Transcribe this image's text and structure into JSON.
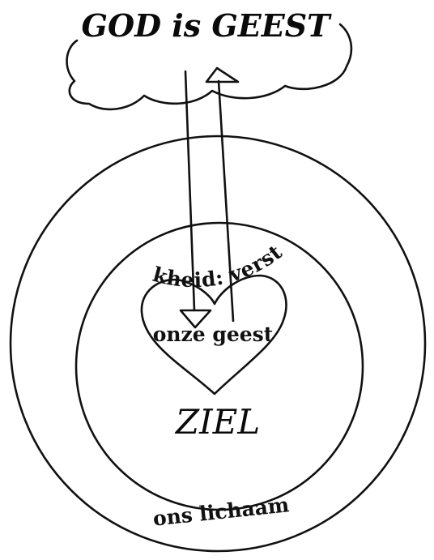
{
  "cloud": {
    "label": "GOD is GEEST"
  },
  "heart": {
    "label": "onze geest"
  },
  "soul": {
    "label": "ZIEL",
    "ring_text": "onze persoonlijkheid: verstand, gevoel, wil"
  },
  "body": {
    "label": "ons lichaam"
  },
  "arrows": [
    {
      "direction": "down",
      "from": "cloud",
      "to": "heart"
    },
    {
      "direction": "up",
      "from": "heart",
      "to": "cloud"
    }
  ],
  "colors": {
    "ink": "#111111",
    "paper": "#ffffff"
  }
}
